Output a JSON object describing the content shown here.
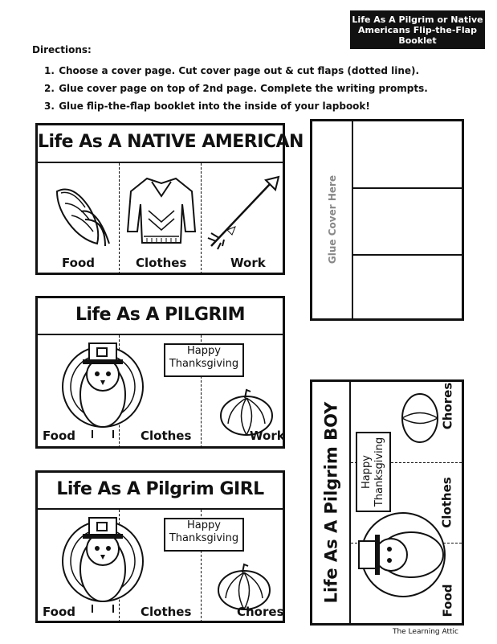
{
  "header": {
    "title_line1": "Life As A Pilgrim or Native",
    "title_line2": "Americans Flip-the-Flap",
    "title_line3": "Booklet"
  },
  "directions": {
    "heading": "Directions:",
    "steps": [
      {
        "num": "1.",
        "text": "Choose a cover page. Cut cover page out & cut flaps (dotted line)."
      },
      {
        "num": "2.",
        "text": "Glue cover page on top of 2nd page. Complete the writing prompts."
      },
      {
        "num": "3.",
        "text": "Glue flip-the-flap booklet into the inside of your lapbook!"
      }
    ]
  },
  "cards": {
    "native": {
      "title": "Life As A NATIVE AMERICAN",
      "labels": [
        "Food",
        "Clothes",
        "Work"
      ]
    },
    "pilgrim": {
      "title": "Life As A PILGRIM",
      "labels": [
        "Food",
        "Clothes",
        "Work"
      ],
      "sign_line1": "Happy",
      "sign_line2": "Thanksgiving"
    },
    "girl": {
      "title": "Life As A Pilgrim GIRL",
      "labels": [
        "Food",
        "Clothes",
        "Chores"
      ],
      "sign_line1": "Happy",
      "sign_line2": "Thanksgiving"
    },
    "boy": {
      "title": "Life As A Pilgrim BOY",
      "labels": [
        "Food",
        "Clothes",
        "Chores"
      ],
      "sign_line1": "Happy",
      "sign_line2": "Thanksgiving"
    }
  },
  "glue_panel": {
    "label": "Glue Cover Here"
  },
  "footer": {
    "credit": "The Learning Attic"
  }
}
